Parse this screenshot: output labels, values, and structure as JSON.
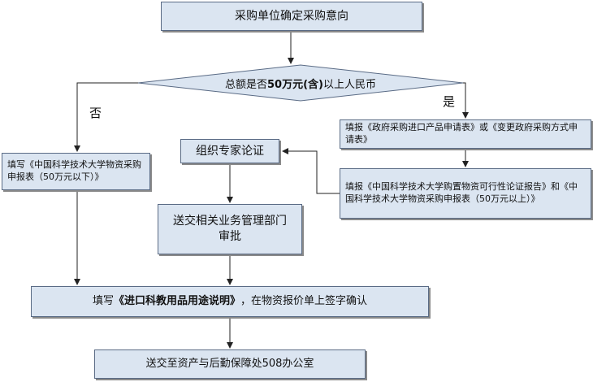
{
  "nodes": {
    "start": "采购单位确定采购意向",
    "decision_prefix": "总额是否",
    "decision_bold": "50万元(含)",
    "decision_suffix": "以上人民币",
    "left_form": "填写《中国科学技术大学物资采购申报表（50万元以下）》",
    "expert": "组织专家论证",
    "dept": "送交相关业务管理部门审批",
    "gov_form": "填报《政府采购进口产品申请表》或《变更政府采购方式申请表》",
    "ustc_form": "填报《中国科学技术大学购置物资可行性论证报告》和《中国科学技术大学物资采购申报表（50万元以上）》",
    "fill_prefix": "填写",
    "fill_bold": "《进口科教用品用途说明》",
    "fill_suffix": "，在物资报价单上签字确认",
    "final": "送交至资产与后勤保障处508办公室"
  },
  "labels": {
    "no": "否",
    "yes": "是"
  },
  "colors": {
    "box_fill": "#dbe5f1",
    "box_border": "#5a6b85",
    "line": "#222222"
  }
}
